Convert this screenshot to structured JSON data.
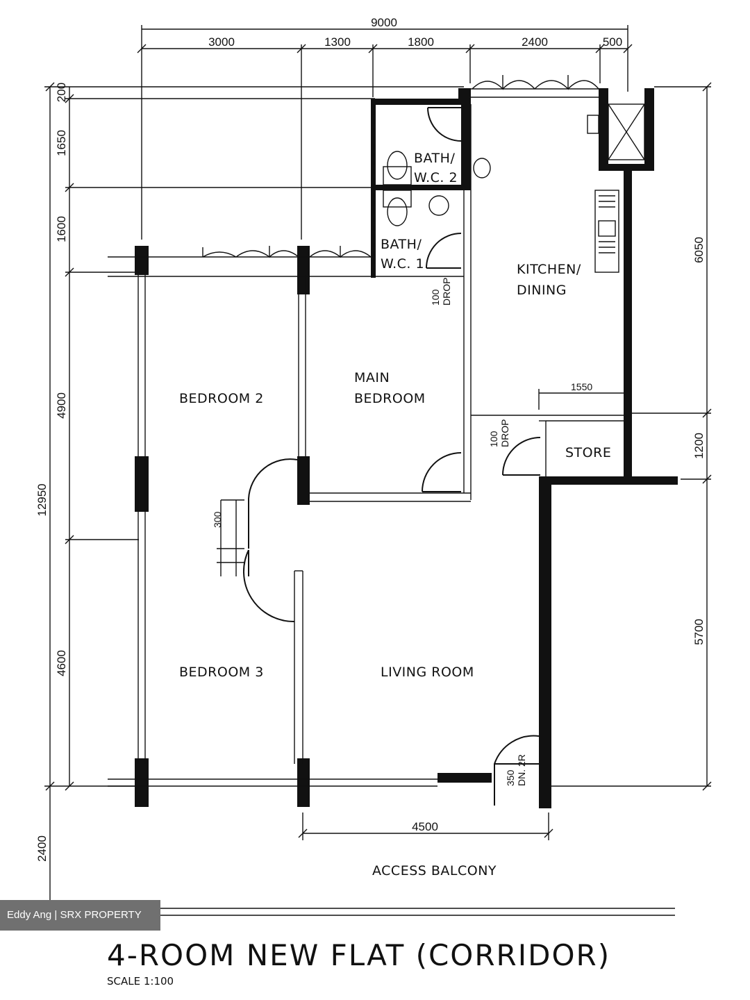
{
  "dimensions": {
    "top_total": "9000",
    "top_segments": [
      "3000",
      "1300",
      "1800",
      "2400",
      "500"
    ],
    "left_total": "12950",
    "left_segments": [
      "200",
      "1650",
      "1600",
      "4900",
      "4600"
    ],
    "left_extra": "2400",
    "right_segments": [
      "6050",
      "1200",
      "5700"
    ],
    "bottom_living": "4500",
    "store_width": "1550",
    "door_300": "300"
  },
  "rooms": {
    "bath2_line1": "BATH/",
    "bath2_line2": "W.C. 2",
    "bath1_line1": "BATH/",
    "bath1_line2": "W.C. 1",
    "kitchen_line1": "KITCHEN/",
    "kitchen_line2": "DINING",
    "main_bedroom_line1": "MAIN",
    "main_bedroom_line2": "BEDROOM",
    "bedroom2": "BEDROOM 2",
    "bedroom3": "BEDROOM 3",
    "store": "STORE",
    "living_room": "LIVING ROOM",
    "access_balcony": "ACCESS BALCONY"
  },
  "notes": {
    "drop1_a": "100",
    "drop1_b": "DROP",
    "drop2_a": "100",
    "drop2_b": "DROP",
    "dn_a": "350",
    "dn_b": "DN. 2R"
  },
  "title": "4-ROOM NEW FLAT (CORRIDOR)",
  "scale": "SCALE  1:100",
  "watermark": "Eddy Ang | SRX PROPERTY"
}
